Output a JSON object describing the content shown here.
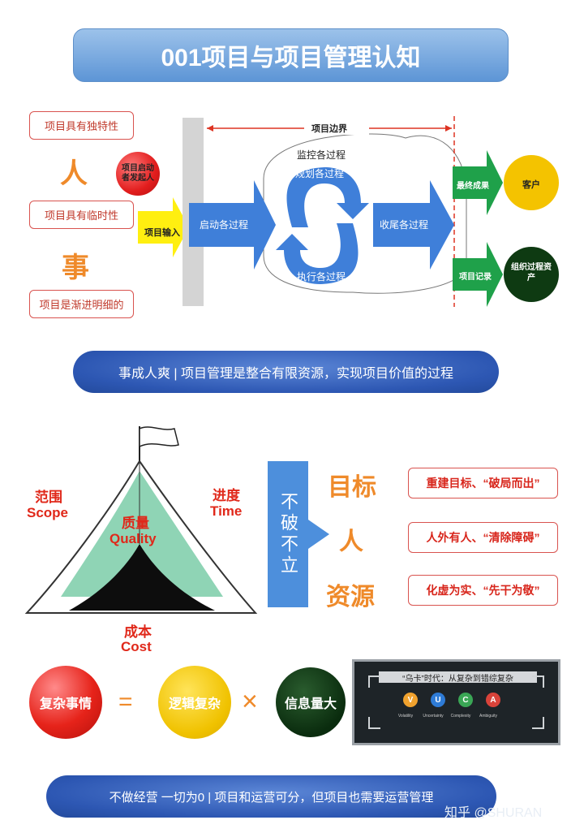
{
  "title": "001项目与项目管理认知",
  "section1": {
    "boundary_label": "项目边界",
    "left_boxes": [
      "项目具有独特性",
      "项目具有临时性",
      "项目是渐进明细的"
    ],
    "person_char": "人",
    "thing_char": "事",
    "initiator": "项目启动者发起人",
    "input_label": "项目输入",
    "start_process": "启动各过程",
    "monitor_process": "监控各过程",
    "plan_process": "规划各过程",
    "execute_process": "执行各过程",
    "close_process": "收尾各过程",
    "final_result": "最终成果",
    "customer": "客户",
    "project_record": "项目记录",
    "org_assets": "组织过程资产"
  },
  "banner1": "事成人爽 | 项目管理是整合有限资源，实现项目价值的过程",
  "section2": {
    "scope_cn": "范围",
    "scope_en": "Scope",
    "time_cn": "进度",
    "time_en": "Time",
    "quality_cn": "质量",
    "quality_en": "Quality",
    "cost_cn": "成本",
    "cost_en": "Cost",
    "vertical_text": "不破不立",
    "goals": [
      "目标",
      "人",
      "资源"
    ],
    "actions": [
      "重建目标、“破局而出”",
      "人外有人、“清除障碍”",
      "化虚为实、“先干为敬”"
    ]
  },
  "section3": {
    "complex": "复杂事情",
    "equals": "=",
    "logic": "逻辑复杂",
    "times": "×",
    "info": "信息量大",
    "vuca_title": "“乌卡”时代：从复杂到错综复杂",
    "vuca_letters": [
      "V",
      "U",
      "C",
      "A"
    ],
    "vuca_colors": [
      "#f0a22e",
      "#2e7bd6",
      "#3aa655",
      "#d9433a"
    ],
    "vuca_words": [
      "Volatility",
      "Uncertainty",
      "Complexity",
      "Ambiguity"
    ]
  },
  "banner2": "不做经营 一切为0 | 项目和运营可分，但项目也需要运营管理",
  "watermark": "知乎 @SHURAN"
}
